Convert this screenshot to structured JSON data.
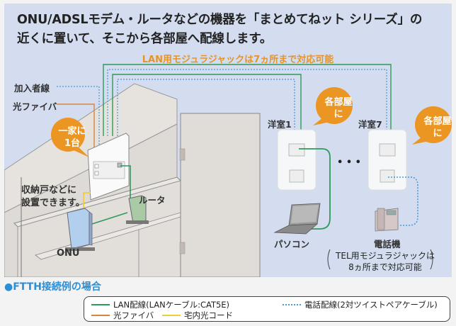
{
  "headline": {
    "line1": "ONU/ADSLモデム・ルータなどの機器を「まとめてねット シリーズ」の",
    "line2": "近くに置いて、そこから各部屋へ配線します。"
  },
  "lan_note": "LAN用モジュラジャックは7ヵ所まで対応可能",
  "labels": {
    "subscriber_line": "加入者線",
    "optical_fiber": "光ファイバ",
    "storage_note_1": "収納戸などに",
    "storage_note_2": "設置できます。",
    "router": "ルータ",
    "onu": "ONU",
    "room1": "洋室1",
    "room7": "洋室7",
    "pc": "パソコン",
    "phone": "電話機",
    "ellipsis": "• • •",
    "tel_note_1": "TEL用モジュラジャックは",
    "tel_note_2": "8ヵ所まで対応可能"
  },
  "bubbles": {
    "one_per_home_1": "一家に",
    "one_per_home_2": "1台",
    "each_room_1": "各部屋",
    "each_room_2": "に"
  },
  "section_title": "●FTTH接続例の場合",
  "legend": [
    {
      "key": "lan",
      "label": "LAN配線(LANケーブル:CAT5E)",
      "color": "#2e9a5a",
      "style": "solid"
    },
    {
      "key": "tel",
      "label": "電話配線(2対ツイストペアケーブル)",
      "color": "#4a9ad6",
      "style": "dotted"
    },
    {
      "key": "fiber",
      "label": "光ファイバ",
      "color": "#d9843c",
      "style": "solid"
    },
    {
      "key": "indoor",
      "label": "宅内光コード",
      "color": "#efcf3a",
      "style": "solid"
    }
  ],
  "colors": {
    "panel_bg": "#d3ddef",
    "accent_orange": "#eb9522",
    "lan_green": "#2e9a5a",
    "tel_blue": "#4a9ad6",
    "fiber_orange": "#d9843c",
    "indoor_yellow": "#efcf3a",
    "section_blue": "#2a8fd6"
  }
}
